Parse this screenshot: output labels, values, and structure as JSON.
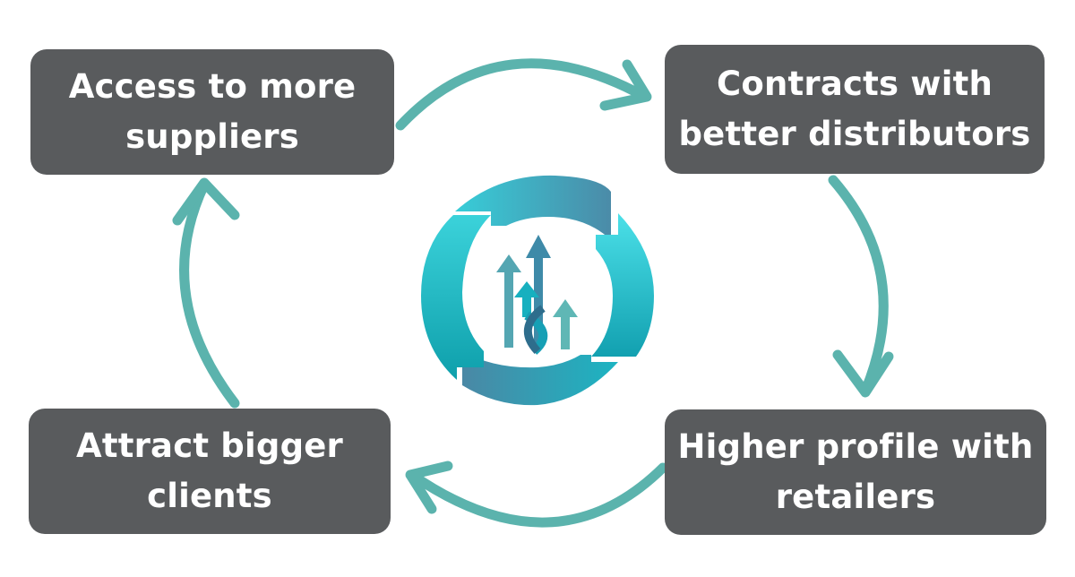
{
  "steps": {
    "top_left": {
      "line1": "Access to more",
      "line2": "suppliers"
    },
    "top_right": {
      "line1": "Contracts with",
      "line2": "better distributors"
    },
    "bottom_right": {
      "line1": "Higher profile with",
      "line2": "retailers"
    },
    "bottom_left": {
      "line1": "Attract bigger",
      "line2": "clients"
    }
  },
  "colors": {
    "box": "#595b5d",
    "box_text": "#ffffff",
    "arrow": "#5bb3ad",
    "emblem_light": "#3fd0d6",
    "emblem_mid": "#17a9b8",
    "emblem_dark": "#4a88a5"
  },
  "icons": [
    "cycle-arrow-icon",
    "growth-arrows-icon"
  ]
}
